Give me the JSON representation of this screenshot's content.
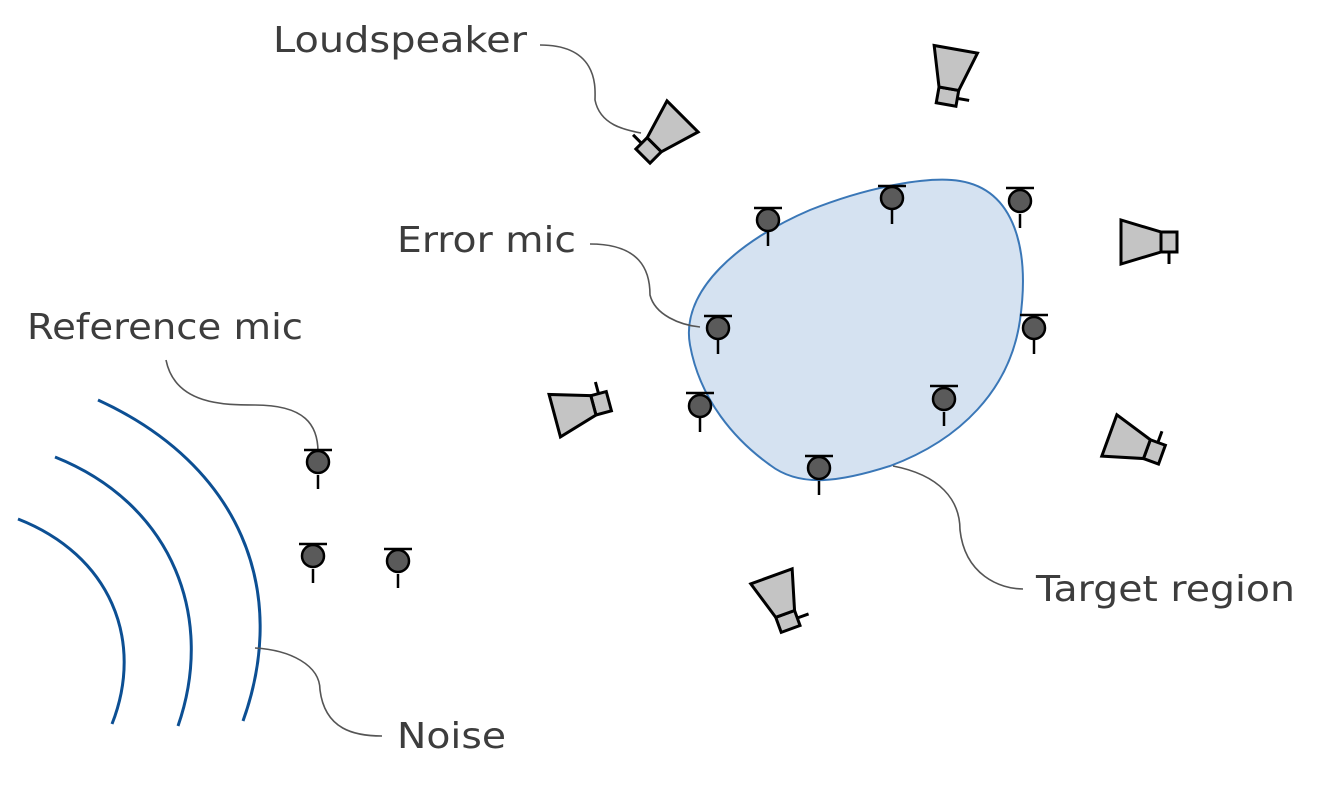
{
  "labels": {
    "loudspeaker": "Loudspeaker",
    "error_mic": "Error mic",
    "reference_mic": "Reference mic",
    "target_region": "Target region",
    "noise": "Noise"
  },
  "colors": {
    "region_fill": "#d5e2f1",
    "region_stroke": "#3a77b7",
    "wave": "#0c4f93",
    "mic": "#5a5a5a",
    "speaker": "#c4c4c4",
    "text": "#3d3d3d",
    "leader": "#555555"
  },
  "icons": {
    "microphone": "microphone-icon",
    "loudspeaker": "loudspeaker-icon"
  }
}
